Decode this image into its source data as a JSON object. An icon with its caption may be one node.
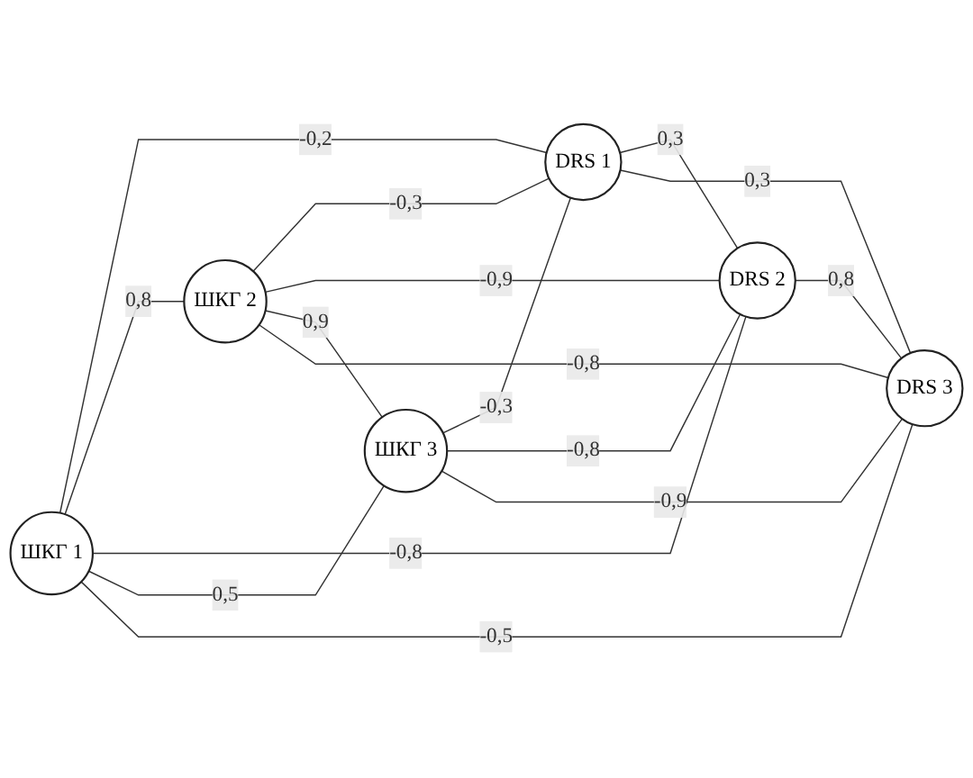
{
  "diagram": {
    "nodes": [
      {
        "text": [
          "ШКГ 1"
        ]
      },
      {
        "text": [
          "DRS 1"
        ]
      },
      {
        "text": [
          "ШКГ 2"
        ]
      },
      {
        "text": [
          "DRS 2"
        ]
      },
      {
        "text": [
          "ШКГ 3"
        ]
      },
      {
        "text": [
          "DRS 3"
        ]
      }
    ],
    "edges": [
      {
        "from": 0,
        "to": 1,
        "arrow": "none",
        "label": "-0,2"
      },
      {
        "from": 0,
        "to": 2,
        "arrow": "none",
        "label": "0,8"
      },
      {
        "from": 2,
        "to": 1,
        "arrow": "none",
        "label": "-0,3"
      },
      {
        "from": 4,
        "to": 1,
        "arrow": "none",
        "label": "-0,3"
      },
      {
        "from": 1,
        "to": 3,
        "arrow": "none",
        "label": "0,3"
      },
      {
        "from": 0,
        "to": 3,
        "arrow": "none",
        "label": "-0,8"
      },
      {
        "from": 2,
        "to": 3,
        "arrow": "none",
        "label": "-0,9"
      },
      {
        "from": 1,
        "to": 5,
        "arrow": "none",
        "label": "0,3"
      },
      {
        "from": 2,
        "to": 4,
        "arrow": "none",
        "label": "0,9"
      },
      {
        "from": 0,
        "to": 4,
        "arrow": "none",
        "label": "0,5"
      },
      {
        "from": 2,
        "to": 5,
        "arrow": "none",
        "label": "-0,8"
      },
      {
        "from": 0,
        "to": 5,
        "arrow": "none",
        "label": "-0,5"
      },
      {
        "from": 3,
        "to": 5,
        "arrow": "none",
        "label": "0,8"
      },
      {
        "from": 4,
        "to": 3,
        "arrow": "none",
        "label": "-0,8"
      },
      {
        "from": 4,
        "to": 5,
        "arrow": "none",
        "label": "-0,9"
      }
    ]
  }
}
